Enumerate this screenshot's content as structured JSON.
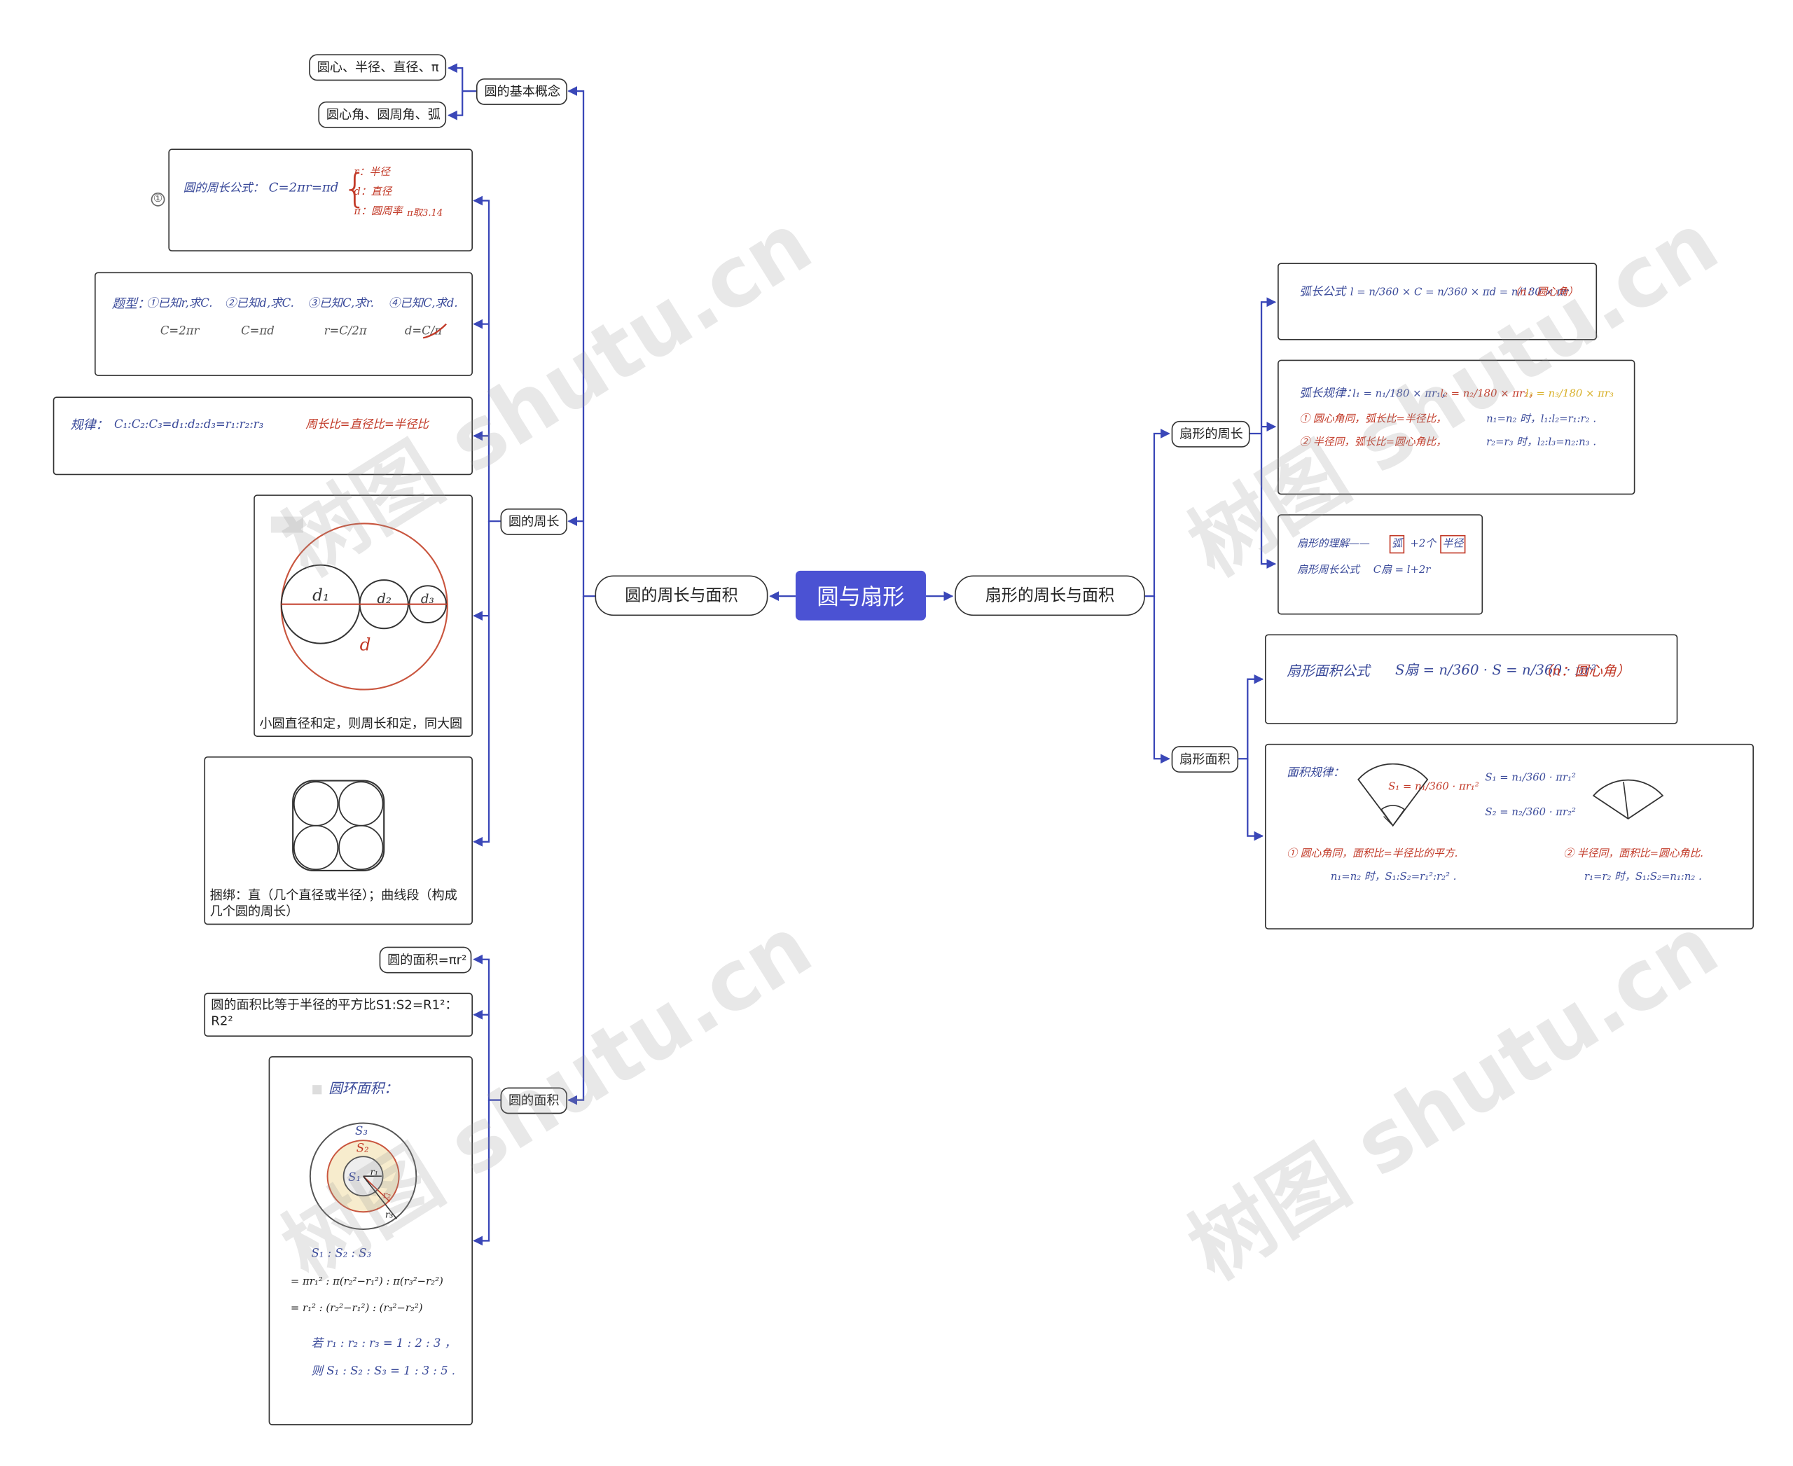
{
  "root": {
    "label": "圆与扇形"
  },
  "left": {
    "main": {
      "label": "圆的周长与面积"
    },
    "basic": {
      "label": "圆的基本概念",
      "items": [
        "圆心、半径、直径、π",
        "圆心角、圆周角、弧"
      ]
    },
    "perimeter": {
      "label": "圆的周长",
      "formula": {
        "num": "①",
        "title": "圆的周长公式：",
        "expr": "C=2πr=πd",
        "r": "r：半径",
        "d": "d：直径",
        "pi": "π：圆周率",
        "pi_val": "π取3.14"
      },
      "types": {
        "title": "题型：",
        "t1": "①已知r,求C.",
        "t2": "②已知d,求C.",
        "t3": "③已知C,求r.",
        "t4": "④已知C,求d.",
        "f1": "C=2πr",
        "f2": "C=πd",
        "f3": "r=C/2π",
        "f4": "d=C/π"
      },
      "rule": {
        "title": "规律：",
        "expr": "C₁:C₂:C₃=d₁:d₂:d₃=r₁:r₂:r₃",
        "tail": "周长比=直径比=半径比"
      },
      "circles": {
        "d1": "d₁",
        "d2": "d₂",
        "d3": "d₃",
        "d": "d",
        "caption": "小圆直径和定，则周长和定，同大圆"
      },
      "bind": {
        "caption": "捆绑：直（几个直径或半径）；曲线段（构成几个圆的周长）"
      }
    },
    "area": {
      "label": "圆的面积",
      "formula": "圆的面积=πr²",
      "ratio": "圆的面积比等于半径的平方比S1:S2=R1²：R2²",
      "ring": {
        "title": "圆环面积：",
        "s1": "S₁",
        "s2": "S₂",
        "s3": "S₃",
        "r1": "r₁",
        "r2": "r₂",
        "r3": "r₃",
        "l1": "S₁ : S₂ : S₃",
        "l2": "= πr₁² : π(r₂²−r₁²) : π(r₃²−r₂²)",
        "l3": "= r₁² : (r₂²−r₁²) : (r₃²−r₂²)",
        "l4": "若 r₁ : r₂ : r₃ = 1 : 2 : 3 ，",
        "l5": "则 S₁ : S₂ : S₃ = 1 : 3 : 5 ."
      }
    }
  },
  "right": {
    "main": {
      "label": "扇形的周长与面积"
    },
    "perimeter": {
      "label": "扇形的周长",
      "arc": {
        "title": "弧长公式",
        "expr": "l = n/360 × C = n/360 × πd = n/180 × πr",
        "note": "（n：圆心角）"
      },
      "rule": {
        "title": "弧长规律：",
        "e1": "l₁ = n₁/180 × πr₁，",
        "e2": "l₂ = n₂/180 × πr₂，",
        "e3": "l₃ = n₃/180 × πr₃",
        "c1": "① 圆心角同，弧长比=半径比，",
        "c1b": "n₁=n₂ 时，l₁:l₂=r₁:r₂ .",
        "c2": "② 半径同，弧长比=圆心角比，",
        "c2b": "r₂=r₃ 时，l₂:l₃=n₂:n₃ ."
      },
      "understand": {
        "title": "扇形的理解——",
        "arc": "弧",
        "plus": "+2个",
        "radius": "半径",
        "formula_title": "扇形周长公式",
        "formula": "C扇 = l+2r"
      }
    },
    "area": {
      "label": "扇形面积",
      "formula": {
        "title": "扇形面积公式",
        "expr": "S扇 = n/360 · S = n/360 · πr²",
        "note": "（n：圆心角）"
      },
      "rule": {
        "title": "面积规律：",
        "s1": "S₁ = n₁/360 · πr₁²",
        "s2": "S₂ = n₂/360 · πr₂²",
        "c1": "① 圆心角同，面积比=半径比的平方.",
        "c1b": "n₁=n₂ 时，S₁:S₂=r₁²:r₂² .",
        "c2": "② 半径同，面积比=圆心角比.",
        "c2b": "r₁=r₂ 时，S₁:S₂=n₁:n₂ ."
      }
    }
  },
  "watermark": "树图 shutu.cn",
  "colors": {
    "root": "#4b52d3",
    "connector": "#3a47b8",
    "red": "#c23a28",
    "blue": "#3a4a9a",
    "yellow": "#d8b02a"
  }
}
